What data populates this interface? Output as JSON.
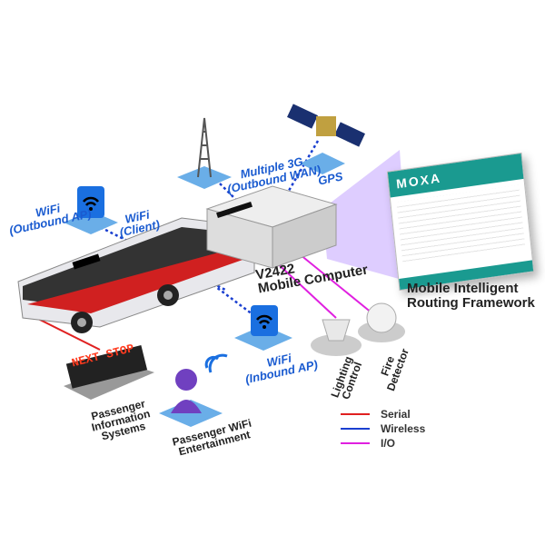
{
  "labels": {
    "wifi_outbound": [
      "WiFi",
      "(Outbound AP)"
    ],
    "wifi_client": [
      "WiFi",
      "(Client)"
    ],
    "multiple_3g": [
      "Multiple 3G",
      "(Outbound WAN)"
    ],
    "gps": "GPS",
    "computer": [
      "V2422",
      "Mobile Computer"
    ],
    "framework": [
      "Mobile Intelligent",
      "Routing Framework"
    ],
    "wifi_inbound": [
      "WiFi",
      "(Inbound AP)"
    ],
    "lighting": [
      "Lighting",
      "Control"
    ],
    "fire": [
      "Fire",
      "Detector"
    ],
    "passenger_info": [
      "Passenger",
      "Information",
      "Systems"
    ],
    "passenger_wifi": [
      "Passenger WiFi",
      "Entertainment"
    ],
    "next_stop": "NEXT STOP",
    "moxa": "MOXA"
  },
  "legend": [
    {
      "label": "Serial",
      "color": "#e02020"
    },
    {
      "label": "Wireless",
      "color": "#1a3fd0"
    },
    {
      "label": "I/O",
      "color": "#e020e0"
    }
  ]
}
